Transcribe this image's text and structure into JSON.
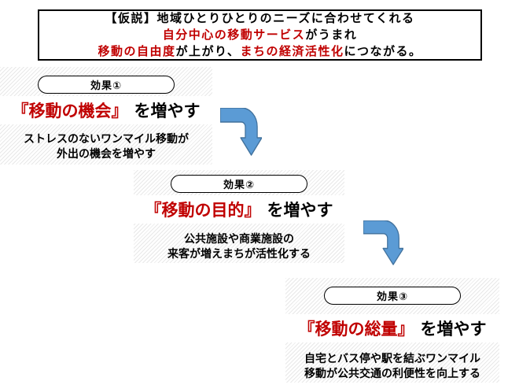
{
  "hypothesis_box": {
    "line1": "【仮説】地域ひとりひとりのニーズに合わせてくれる",
    "line2_red": "自分中心の移動サービス",
    "line2_black": "がうまれ",
    "line3_red1": "移動の自由度",
    "line3_black1": "が上がり、",
    "line3_red2": "まちの経済活性化",
    "line3_black2": "につながる。"
  },
  "effects": [
    {
      "badge": "効果①",
      "title_red": "『移動の機会』",
      "title_black": "を増やす",
      "desc_line1": "ストレスのないワンマイル移動が",
      "desc_line2": "外出の機会を増やす"
    },
    {
      "badge": "効果②",
      "title_red": "『移動の目的』",
      "title_black": "を増やす",
      "desc_line1": "公共施設や商業施設の",
      "desc_line2": "来客が増えまちが活性化する"
    },
    {
      "badge": "効果③",
      "title_red": "『移動の総量』",
      "title_black": "を増やす",
      "desc_line1": "自宅とバス停や駅を結ぶワンマイル",
      "desc_line2": "移動が公共交通の利便性を向上する"
    }
  ],
  "colors": {
    "accent_red": "#C00000",
    "arrow_fill": "#5B9BD5",
    "arrow_stroke": "#41719C",
    "stripe_gray": "#E8E8E8"
  }
}
